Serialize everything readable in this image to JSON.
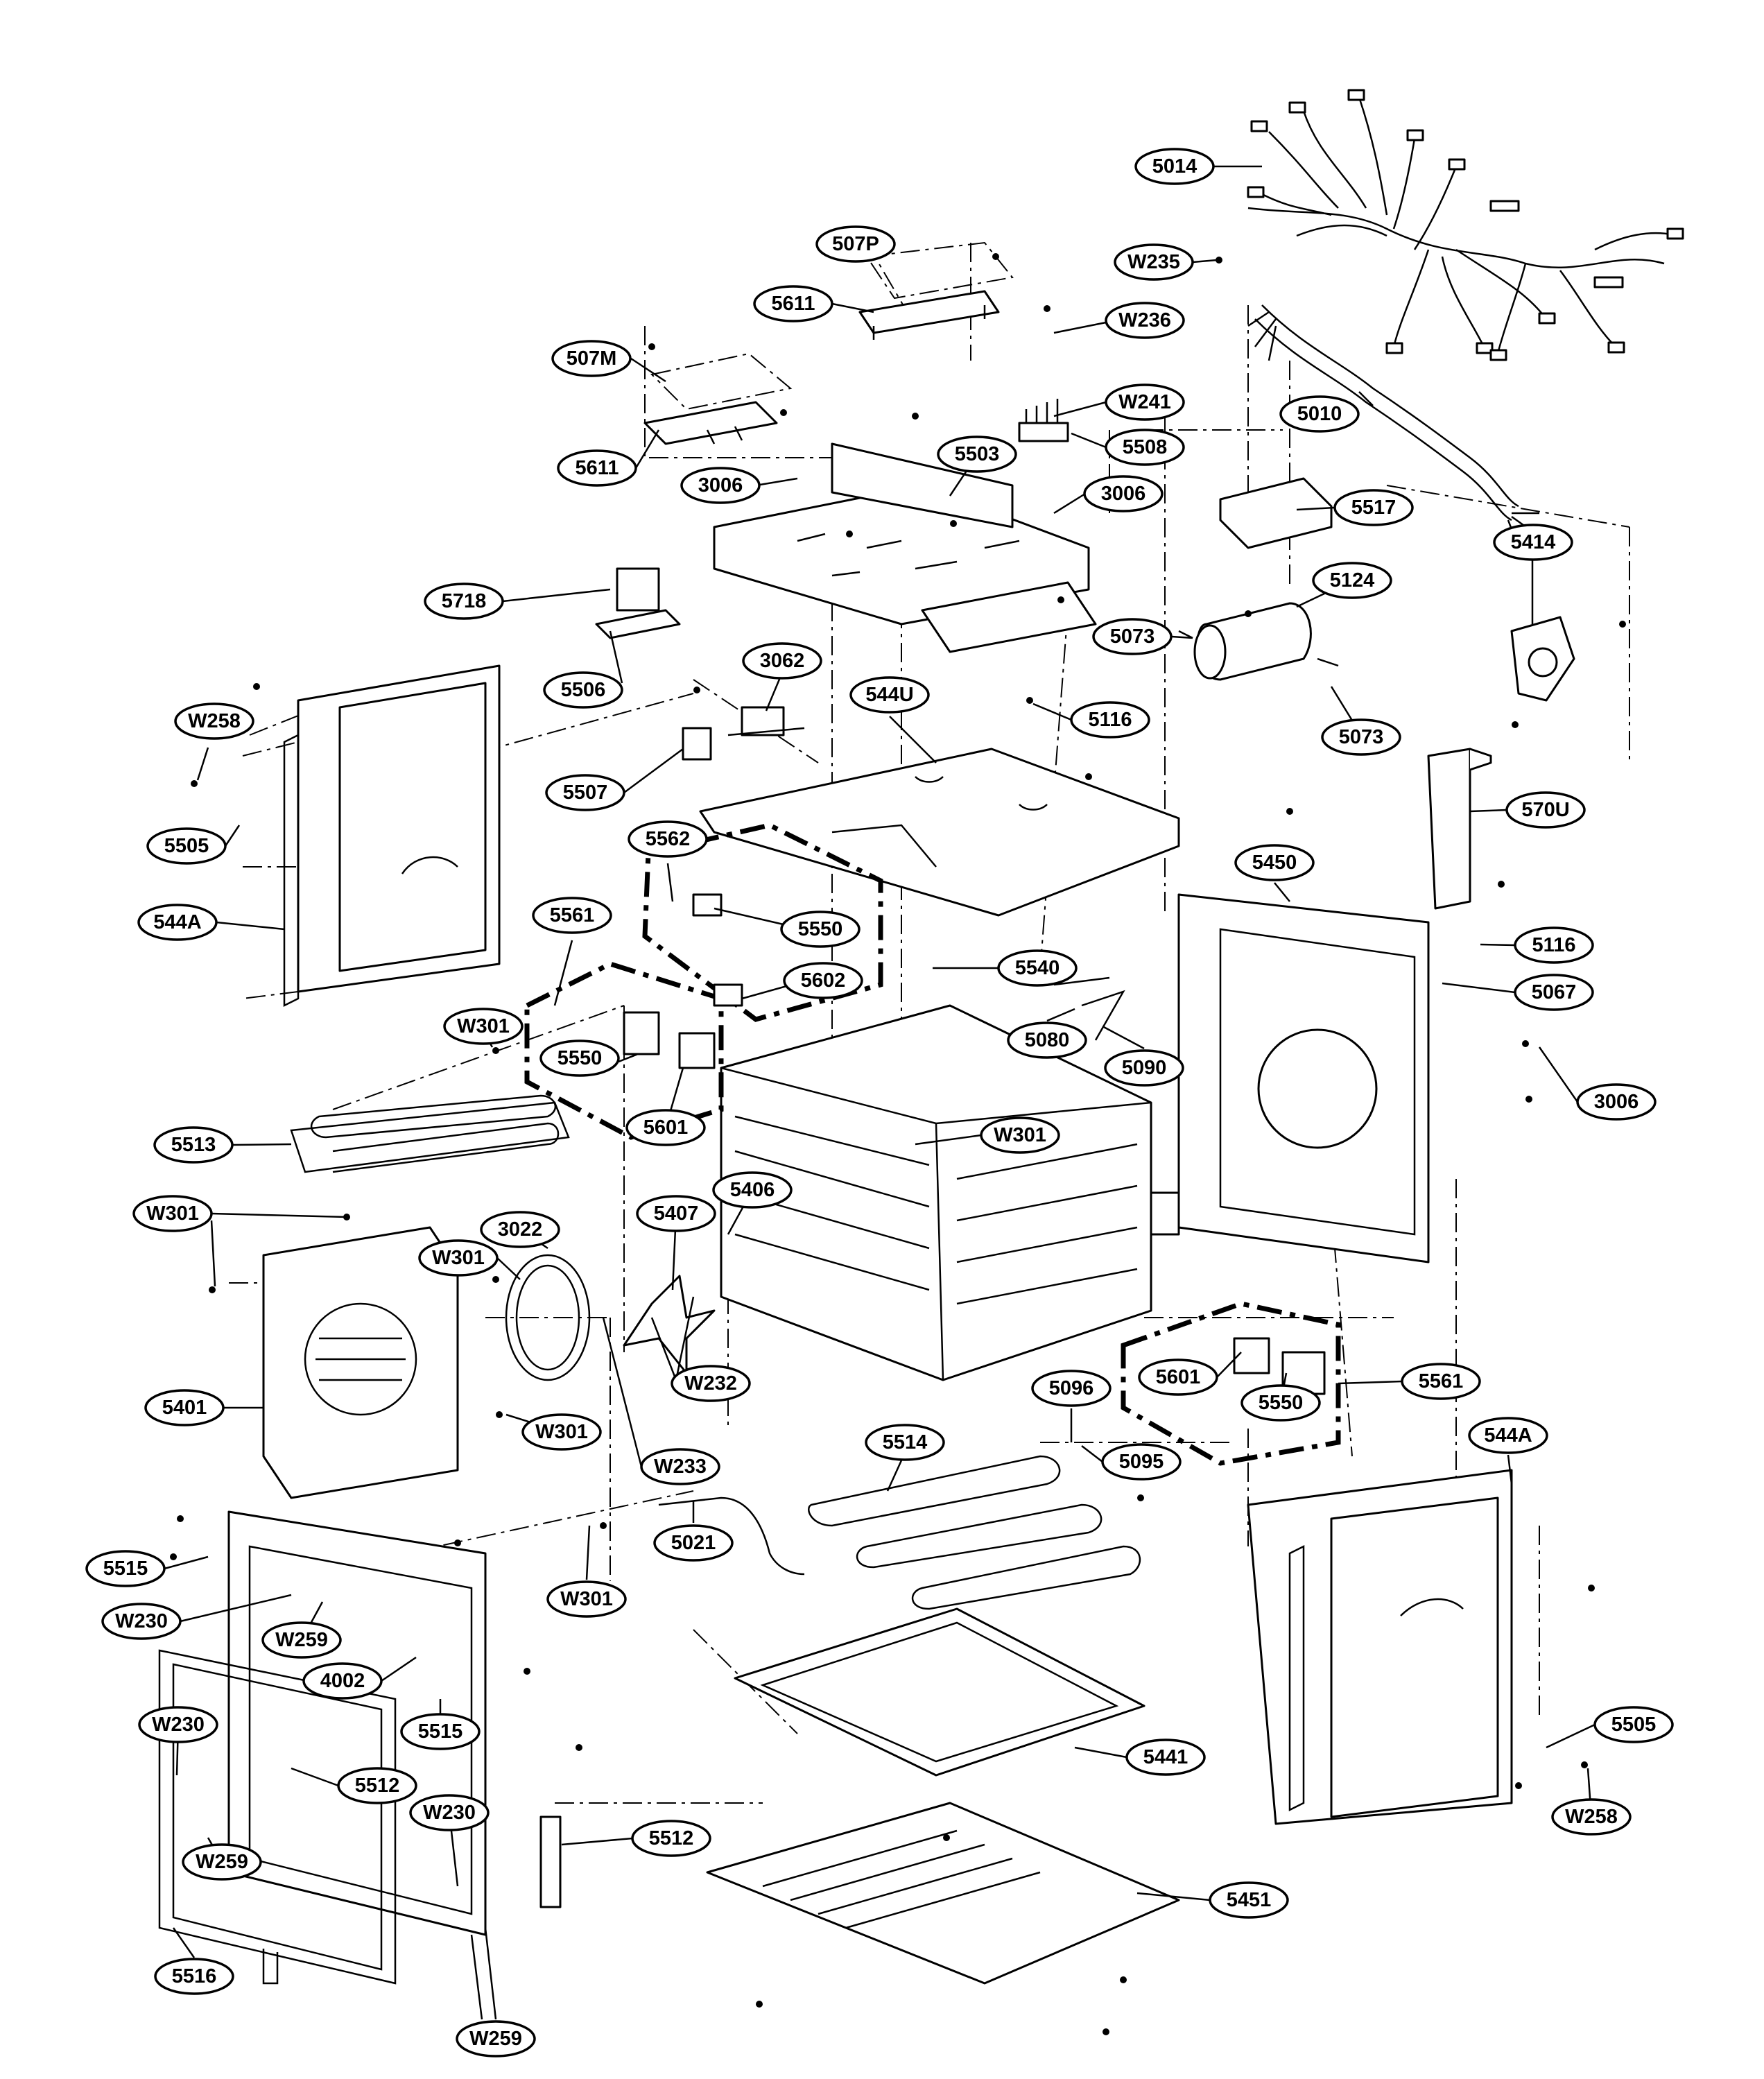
{
  "callouts": [
    {
      "id": "c-5014",
      "label": "5014"
    },
    {
      "id": "c-w235",
      "label": "W235"
    },
    {
      "id": "c-507p",
      "label": "507P"
    },
    {
      "id": "c-5611a",
      "label": "5611"
    },
    {
      "id": "c-w236",
      "label": "W236"
    },
    {
      "id": "c-507m",
      "label": "507M"
    },
    {
      "id": "c-w241",
      "label": "W241"
    },
    {
      "id": "c-5010",
      "label": "5010"
    },
    {
      "id": "c-5508",
      "label": "5508"
    },
    {
      "id": "c-5611b",
      "label": "5611"
    },
    {
      "id": "c-3006a",
      "label": "3006"
    },
    {
      "id": "c-5503",
      "label": "5503"
    },
    {
      "id": "c-3006b",
      "label": "3006"
    },
    {
      "id": "c-5517",
      "label": "5517"
    },
    {
      "id": "c-5414",
      "label": "5414"
    },
    {
      "id": "c-5124",
      "label": "5124"
    },
    {
      "id": "c-5718",
      "label": "5718"
    },
    {
      "id": "c-5073a",
      "label": "5073"
    },
    {
      "id": "c-5506",
      "label": "5506"
    },
    {
      "id": "c-3062",
      "label": "3062"
    },
    {
      "id": "c-544u",
      "label": "544U"
    },
    {
      "id": "c-5116a",
      "label": "5116"
    },
    {
      "id": "c-w258a",
      "label": "W258"
    },
    {
      "id": "c-5073b",
      "label": "5073"
    },
    {
      "id": "c-5507",
      "label": "5507"
    },
    {
      "id": "c-570u",
      "label": "570U"
    },
    {
      "id": "c-5505a",
      "label": "5505"
    },
    {
      "id": "c-5562",
      "label": "5562"
    },
    {
      "id": "c-5450",
      "label": "5450"
    },
    {
      "id": "c-544a1",
      "label": "544A"
    },
    {
      "id": "c-5561a",
      "label": "5561"
    },
    {
      "id": "c-5550a",
      "label": "5550"
    },
    {
      "id": "c-5116b",
      "label": "5116"
    },
    {
      "id": "c-5540",
      "label": "5540"
    },
    {
      "id": "c-5602",
      "label": "5602"
    },
    {
      "id": "c-5067",
      "label": "5067"
    },
    {
      "id": "c-5550b",
      "label": "5550"
    },
    {
      "id": "c-5080",
      "label": "5080"
    },
    {
      "id": "c-w301a",
      "label": "W301"
    },
    {
      "id": "c-5090",
      "label": "5090"
    },
    {
      "id": "c-3006c",
      "label": "3006"
    },
    {
      "id": "c-5601a",
      "label": "5601"
    },
    {
      "id": "c-5513",
      "label": "5513"
    },
    {
      "id": "c-w301b",
      "label": "W301"
    },
    {
      "id": "c-5406",
      "label": "5406"
    },
    {
      "id": "c-w301c",
      "label": "W301"
    },
    {
      "id": "c-3022",
      "label": "3022"
    },
    {
      "id": "c-5407",
      "label": "5407"
    },
    {
      "id": "c-w301d",
      "label": "W301"
    },
    {
      "id": "c-5601b",
      "label": "5601"
    },
    {
      "id": "c-5561b",
      "label": "5561"
    },
    {
      "id": "c-w232",
      "label": "W232"
    },
    {
      "id": "c-5550c",
      "label": "5550"
    },
    {
      "id": "c-5096",
      "label": "5096"
    },
    {
      "id": "c-5401",
      "label": "5401"
    },
    {
      "id": "c-w301e",
      "label": "W301"
    },
    {
      "id": "c-544a2",
      "label": "544A"
    },
    {
      "id": "c-5514",
      "label": "5514"
    },
    {
      "id": "c-5095",
      "label": "5095"
    },
    {
      "id": "c-w233",
      "label": "W233"
    },
    {
      "id": "c-5021",
      "label": "5021"
    },
    {
      "id": "c-5515a",
      "label": "5515"
    },
    {
      "id": "c-w301f",
      "label": "W301"
    },
    {
      "id": "c-w230a",
      "label": "W230"
    },
    {
      "id": "c-w259a",
      "label": "W259"
    },
    {
      "id": "c-4002",
      "label": "4002"
    },
    {
      "id": "c-5515b",
      "label": "5515"
    },
    {
      "id": "c-w230b",
      "label": "W230"
    },
    {
      "id": "c-5505b",
      "label": "5505"
    },
    {
      "id": "c-5512a",
      "label": "5512"
    },
    {
      "id": "c-5441",
      "label": "5441"
    },
    {
      "id": "c-w258b",
      "label": "W258"
    },
    {
      "id": "c-w230c",
      "label": "W230"
    },
    {
      "id": "c-5512b",
      "label": "5512"
    },
    {
      "id": "c-w259b",
      "label": "W259"
    },
    {
      "id": "c-5451",
      "label": "5451"
    },
    {
      "id": "c-5516",
      "label": "5516"
    },
    {
      "id": "c-w259c",
      "label": "W259"
    }
  ]
}
